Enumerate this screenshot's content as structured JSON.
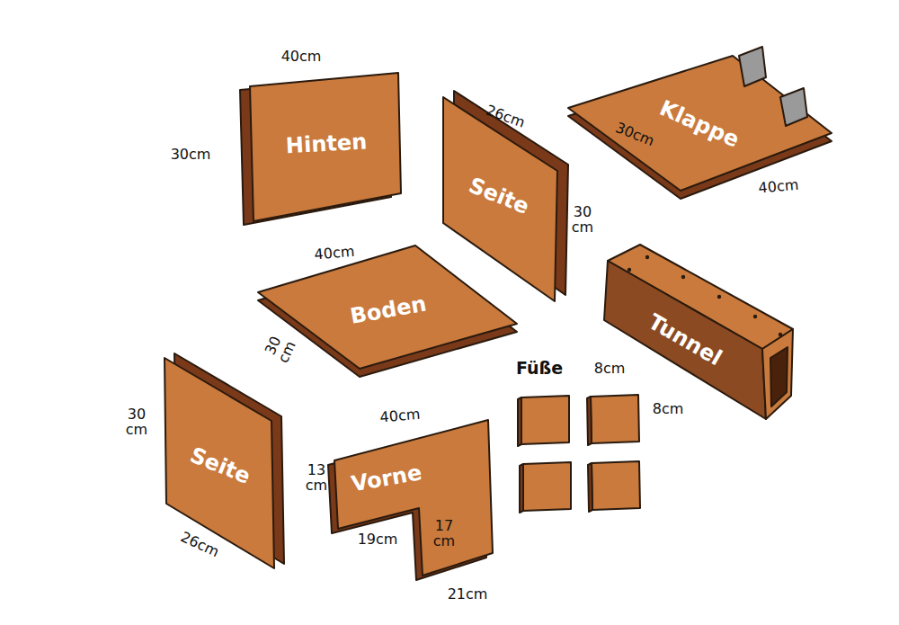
{
  "diagram": {
    "nodes": [
      {
        "text": [
          "Hinten"
        ]
      },
      {
        "text": [
          "Seite"
        ]
      },
      {
        "text": [
          "Klappe"
        ]
      },
      {
        "text": [
          "Boden"
        ]
      },
      {
        "text": [
          "Tunnel"
        ]
      },
      {
        "text": [
          "Seite"
        ]
      },
      {
        "text": [
          "Vorne"
        ]
      }
    ],
    "labels": [
      "40cm",
      "30cm",
      "26cm",
      "30 cm",
      "30cm",
      "40cm",
      "40cm",
      "30 cm",
      "Füße",
      "8cm",
      "8cm",
      "30 cm",
      "40cm",
      "13 cm",
      "19cm",
      "17 cm",
      "26cm",
      "21cm"
    ]
  }
}
